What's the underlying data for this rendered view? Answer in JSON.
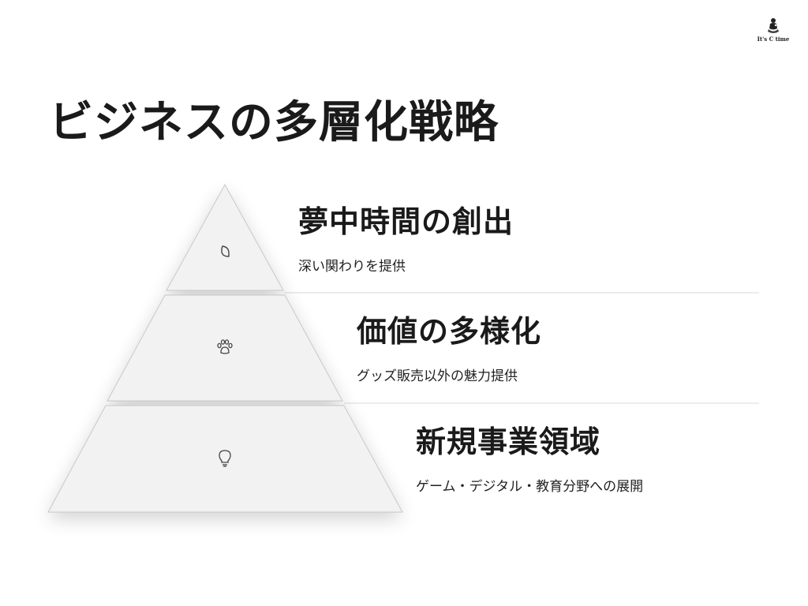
{
  "logo": {
    "text": "It's C time",
    "icon": "figure-logo-icon"
  },
  "title": "ビジネスの多層化戦略",
  "tiers": [
    {
      "heading": "夢中時間の創出",
      "subtitle": "深い関わりを提供",
      "icon": "leaf-icon"
    },
    {
      "heading": "価値の多様化",
      "subtitle": "グッズ販売以外の魅力提供",
      "icon": "paw-icon"
    },
    {
      "heading": "新規事業領域",
      "subtitle": "ゲーム・デジタル・教育分野への展開",
      "icon": "lightbulb-icon"
    }
  ],
  "colors": {
    "tier_fill": "#f2f2f2",
    "tier_stroke": "#c8c8c8",
    "divider": "#d9d9d9",
    "text": "#1a1a1a"
  }
}
